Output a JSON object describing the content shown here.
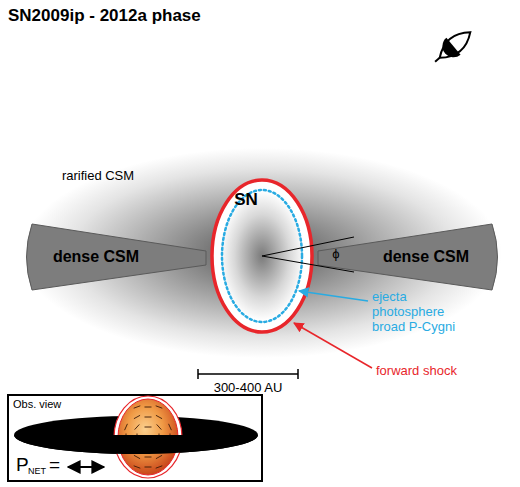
{
  "diagram": {
    "title": "SN2009ip - 2012a phase",
    "nodes": [
      {
        "text": [
          "rarified CSM"
        ]
      },
      {
        "text": [
          "dense CSM"
        ],
        "in": 0
      },
      {
        "text": [
          "SN"
        ],
        "in": 0
      },
      {
        "text": [
          "dense CSM"
        ],
        "in": 0
      },
      {
        "text": [
          "Obs. view"
        ]
      }
    ],
    "labels": [
      "ϕ",
      "300-400 AU",
      "ejecta photosphere broad P-Cygni",
      "forward shock",
      "P",
      "NET",
      "="
    ]
  }
}
